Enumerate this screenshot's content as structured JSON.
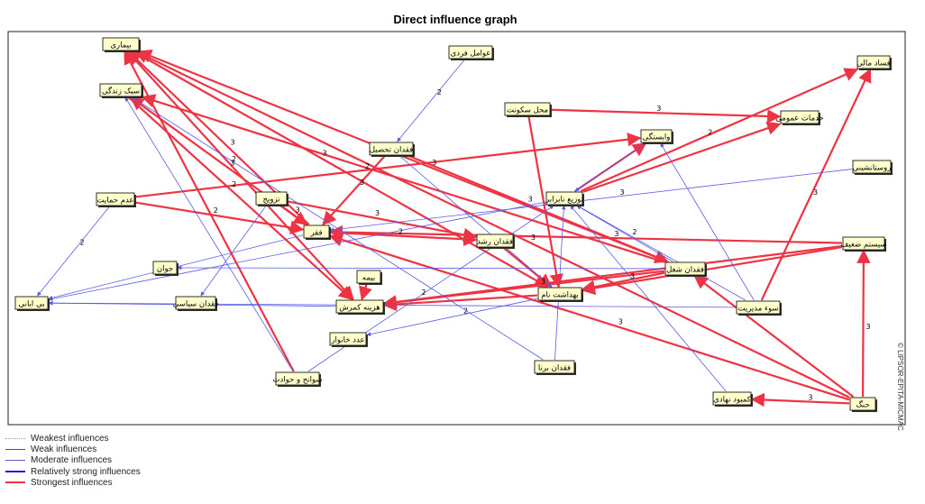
{
  "title": "Direct influence graph",
  "copyright": "© LIPSOR-EPITA-MICMAC",
  "colors": {
    "moderate": "#5a5ae6",
    "strong": "#1f1fd6",
    "strongest": "#ee3344",
    "weak": "#555555",
    "weakest": "#999999"
  },
  "legend": [
    {
      "label": "Weakest influences",
      "style": "weakest"
    },
    {
      "label": "Weak influences",
      "style": "weak"
    },
    {
      "label": "Moderate influences",
      "style": "moderate"
    },
    {
      "label": "Relatively strong influences",
      "style": "strong"
    },
    {
      "label": "Strongest influences",
      "style": "strongest"
    }
  ],
  "nodes": [
    {
      "id": "bimari",
      "label": "بیماری"
    },
    {
      "id": "avamel",
      "label": "عوامل فردی"
    },
    {
      "id": "fesad",
      "label": "فساد مالی"
    },
    {
      "id": "sabk",
      "label": "سبک زندگی"
    },
    {
      "id": "mahal",
      "label": "محل سکونت"
    },
    {
      "id": "khadamat",
      "label": "خدمات عمومی"
    },
    {
      "id": "vabastegi",
      "label": "وابستگی"
    },
    {
      "id": "fogdan_tahsil",
      "label": "فقدان تحصیل"
    },
    {
      "id": "roosta",
      "label": "روستانشینی"
    },
    {
      "id": "adam",
      "label": "عدم حمایت"
    },
    {
      "id": "tazvij",
      "label": "تزویج"
    },
    {
      "id": "tozi",
      "label": "توزیع نابرابر"
    },
    {
      "id": "fegh",
      "label": "فقر"
    },
    {
      "id": "fogdan_roshd",
      "label": "فقدان رشد"
    },
    {
      "id": "sistem",
      "label": "سیستم ضعیف"
    },
    {
      "id": "javan",
      "label": "جوان"
    },
    {
      "id": "bime",
      "label": "بیمه"
    },
    {
      "id": "fogdan_shoghl",
      "label": "فقدان شغل"
    },
    {
      "id": "bi_ebani",
      "label": "بی ابانی"
    },
    {
      "id": "fogdan_siasi",
      "label": "فقدان سیاسی"
    },
    {
      "id": "hazine",
      "label": "هزینه کمرش"
    },
    {
      "id": "behdasht",
      "label": "بهداشت نام"
    },
    {
      "id": "soe",
      "label": "سوء مدیریت"
    },
    {
      "id": "adad",
      "label": "عدد خانوار"
    },
    {
      "id": "fogdan_bara",
      "label": "فقدان برنا"
    },
    {
      "id": "savaneh",
      "label": "سوانح و حوادث"
    },
    {
      "id": "kambood",
      "label": "کمبود نهادی"
    },
    {
      "id": "jang",
      "label": "جنگ"
    }
  ],
  "edges": [
    {
      "from": "mahal",
      "to": "khadamat",
      "level": "strongest",
      "label": "3"
    },
    {
      "from": "mahal",
      "to": "behdasht",
      "level": "strongest",
      "label": ""
    },
    {
      "from": "adam",
      "to": "vabastegi",
      "level": "strongest",
      "label": "2"
    },
    {
      "from": "adam",
      "to": "fegh",
      "level": "strongest",
      "label": "2"
    },
    {
      "from": "tozi",
      "to": "fesad",
      "level": "strongest",
      "label": "2"
    },
    {
      "from": "tozi",
      "to": "khadamat",
      "level": "strongest",
      "label": ""
    },
    {
      "from": "tozi",
      "to": "vabastegi",
      "level": "strongest",
      "label": ""
    },
    {
      "from": "soe",
      "to": "fesad",
      "level": "strongest",
      "label": "3"
    },
    {
      "from": "jang",
      "to": "sistem",
      "level": "strongest",
      "label": "3"
    },
    {
      "from": "jang",
      "to": "kambood",
      "level": "strongest",
      "label": "3"
    },
    {
      "from": "jang",
      "to": "fogdan_shoghl",
      "level": "strongest",
      "label": ""
    },
    {
      "from": "jang",
      "to": "bimari",
      "level": "strongest",
      "label": "3"
    },
    {
      "from": "jang",
      "to": "fegh",
      "level": "strongest",
      "label": "3"
    },
    {
      "from": "sistem",
      "to": "fegh",
      "level": "strongest",
      "label": "3"
    },
    {
      "from": "sistem",
      "to": "hazine",
      "level": "strongest",
      "label": ""
    },
    {
      "from": "sistem",
      "to": "behdasht",
      "level": "strongest",
      "label": ""
    },
    {
      "from": "fogdan_shoghl",
      "to": "hazine",
      "level": "strongest",
      "label": "3"
    },
    {
      "from": "fogdan_shoghl",
      "to": "behdasht",
      "level": "strongest",
      "label": "3"
    },
    {
      "from": "fogdan_shoghl",
      "to": "bimari",
      "level": "strongest",
      "label": "3"
    },
    {
      "from": "fogdan_shoghl",
      "to": "sabk",
      "level": "strongest",
      "label": ""
    },
    {
      "from": "tazvij",
      "to": "fegh",
      "level": "strongest",
      "label": "3"
    },
    {
      "from": "tazvij",
      "to": "fogdan_roshd",
      "level": "strongest",
      "label": "3"
    },
    {
      "from": "fegh",
      "to": "bimari",
      "level": "strongest",
      "label": "3"
    },
    {
      "from": "fegh",
      "to": "sabk",
      "level": "strongest",
      "label": "3"
    },
    {
      "from": "fegh",
      "to": "fogdan_roshd",
      "level": "strongest",
      "label": "2"
    },
    {
      "from": "fogdan_tahsil",
      "to": "fogdan_shoghl",
      "level": "strongest",
      "label": "3"
    },
    {
      "from": "fogdan_tahsil",
      "to": "fegh",
      "level": "strongest",
      "label": "3"
    },
    {
      "from": "fogdan_roshd",
      "to": "behdasht",
      "level": "strongest",
      "label": ""
    },
    {
      "from": "bimari",
      "to": "hazine",
      "level": "strongest",
      "label": "2"
    },
    {
      "from": "bimari",
      "to": "behdasht",
      "level": "strongest",
      "label": "3"
    },
    {
      "from": "sabk",
      "to": "hazine",
      "level": "strongest",
      "label": "2"
    },
    {
      "from": "savaneh",
      "to": "bimari",
      "level": "strongest",
      "label": ""
    },
    {
      "from": "behdasht",
      "to": "hazine",
      "level": "strongest",
      "label": ""
    },
    {
      "from": "bime",
      "to": "hazine",
      "level": "strongest",
      "label": ""
    },
    {
      "from": "avamel",
      "to": "fogdan_tahsil",
      "level": "moderate",
      "label": "2"
    },
    {
      "from": "adam",
      "to": "bi_ebani",
      "level": "moderate",
      "label": "2"
    },
    {
      "from": "savaneh",
      "to": "tozi",
      "level": "moderate",
      "label": "2"
    },
    {
      "from": "savaneh",
      "to": "sabk",
      "level": "moderate",
      "label": ""
    },
    {
      "from": "hazine",
      "to": "bi_ebani",
      "level": "moderate",
      "label": ""
    },
    {
      "from": "soe",
      "to": "bi_ebani",
      "level": "moderate",
      "label": ""
    },
    {
      "from": "soe",
      "to": "vabastegi",
      "level": "moderate",
      "label": ""
    },
    {
      "from": "soe",
      "to": "tozi",
      "level": "moderate",
      "label": ""
    },
    {
      "from": "fogdan_shoghl",
      "to": "javan",
      "level": "moderate",
      "label": ""
    },
    {
      "from": "fogdan_shoghl",
      "to": "tozi",
      "level": "moderate",
      "label": "2"
    },
    {
      "from": "fogdan_bara",
      "to": "tozi",
      "level": "moderate",
      "label": ""
    },
    {
      "from": "fogdan_bara",
      "to": "sabk",
      "level": "moderate",
      "label": ""
    },
    {
      "from": "roosta",
      "to": "fegh",
      "level": "moderate",
      "label": "3"
    },
    {
      "from": "behdasht",
      "to": "adad",
      "level": "moderate",
      "label": "2"
    },
    {
      "from": "kambood",
      "to": "tozi",
      "level": "moderate",
      "label": ""
    },
    {
      "from": "fegh",
      "to": "bi_ebani",
      "level": "moderate",
      "label": ""
    },
    {
      "from": "tazvij",
      "to": "fogdan_siasi",
      "level": "moderate",
      "label": ""
    },
    {
      "from": "fogdan_tahsil",
      "to": "behdasht",
      "level": "moderate",
      "label": ""
    },
    {
      "from": "vabastegi",
      "to": "tozi",
      "level": "moderate",
      "label": ""
    },
    {
      "from": "tozi",
      "to": "bi_ebani",
      "level": "moderate",
      "label": ""
    }
  ]
}
